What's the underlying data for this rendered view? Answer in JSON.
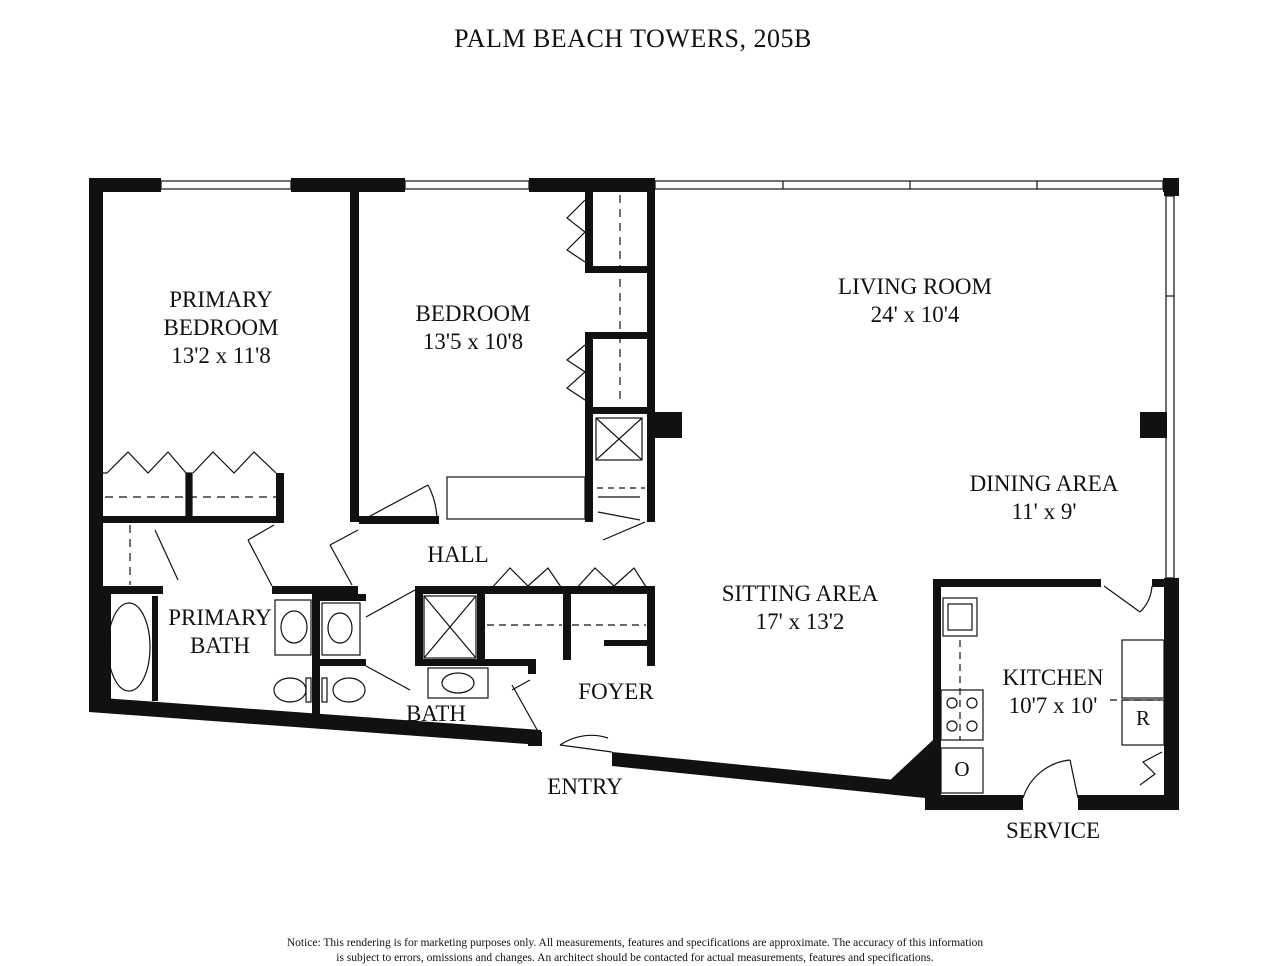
{
  "title": "PALM BEACH TOWERS, 205B",
  "rooms": {
    "primary_bedroom": {
      "name1": "PRIMARY",
      "name2": "BEDROOM",
      "dims": "13'2 x 11'8"
    },
    "bedroom": {
      "name": "BEDROOM",
      "dims": "13'5 x 10'8"
    },
    "living_room": {
      "name": "LIVING ROOM",
      "dims": "24' x 10'4"
    },
    "dining_area": {
      "name": "DINING AREA",
      "dims": "11' x 9'"
    },
    "sitting_area": {
      "name": "SITTING AREA",
      "dims": "17' x 13'2"
    },
    "kitchen": {
      "name": "KITCHEN",
      "dims": "10'7 x 10'"
    },
    "primary_bath": {
      "name1": "PRIMARY",
      "name2": "BATH"
    },
    "hall": {
      "name": "HALL"
    },
    "bath": {
      "name": "BATH"
    },
    "foyer": {
      "name": "FOYER"
    },
    "entry": {
      "name": "ENTRY"
    },
    "service": {
      "name": "SERVICE"
    }
  },
  "appliances": {
    "refrigerator": "R",
    "oven": "O"
  },
  "notice": {
    "line1": "Notice: This rendering is for marketing purposes only. All measurements, features and specifications are approximate. The accuracy of this information",
    "line2": "is subject to errors, omissions and changes. An architect should be contacted for actual measurements, features and specifications."
  }
}
